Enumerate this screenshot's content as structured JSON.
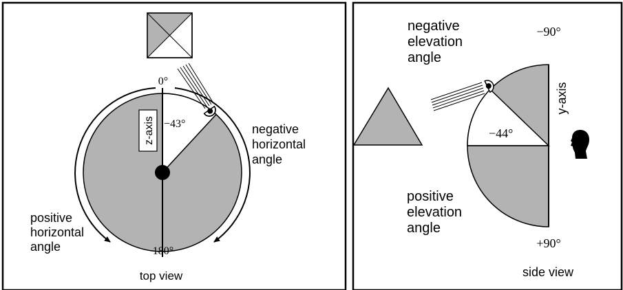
{
  "colors": {
    "fill_gray": "#b3b3b3",
    "stroke": "#000000",
    "background": "#ffffff"
  },
  "top_view": {
    "angle_zero": "0°",
    "angle_180": "180°",
    "angle_value": "−43°",
    "axis_label": "z-axis",
    "negative_label": [
      "negative",
      "horizontal",
      "angle"
    ],
    "positive_label": [
      "positive",
      "horizontal",
      "angle"
    ],
    "caption": "top view"
  },
  "side_view": {
    "angle_top": "−90°",
    "angle_bottom": "+90°",
    "angle_value": "−44°",
    "axis_label": "y-axis",
    "negative_label": [
      "negative",
      "elevation",
      "angle"
    ],
    "positive_label": [
      "positive",
      "elevation",
      "angle"
    ],
    "caption": "side view"
  },
  "icons": [
    "square-object-icon",
    "triangle-object-icon",
    "speaker-icon",
    "listener-head-icon"
  ]
}
